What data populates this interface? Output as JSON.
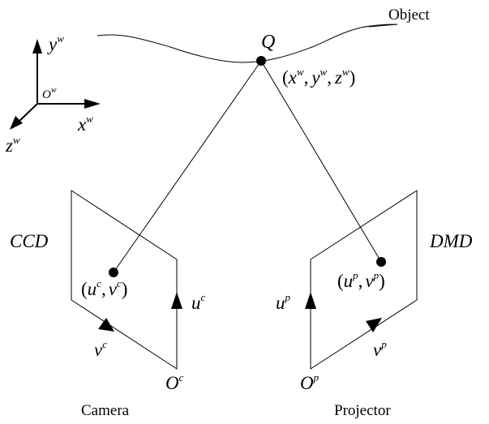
{
  "object_label": "Object",
  "point": {
    "name": "Q",
    "coords": {
      "open": "(",
      "x": "x",
      "y": "y",
      "z": "z",
      "sup": "w",
      "sep": ",",
      "close": ")"
    }
  },
  "world_frame": {
    "x": "x",
    "y": "y",
    "z": "z",
    "origin": "O",
    "sup": "w"
  },
  "camera": {
    "title": "Camera",
    "plane": "CCD",
    "image_point": {
      "open": "(",
      "u": "u",
      "v": "v",
      "sup": "c",
      "sep": ",",
      "close": ")"
    },
    "u_axis": {
      "base": "u",
      "sup": "c"
    },
    "v_axis": {
      "base": "v",
      "sup": "c"
    },
    "origin": {
      "base": "O",
      "sup": "c"
    }
  },
  "projector": {
    "title": "Projector",
    "plane": "DMD",
    "image_point": {
      "open": "(",
      "u": "u",
      "v": "v",
      "sup": "p",
      "sep": ",",
      "close": ")"
    },
    "u_axis": {
      "base": "u",
      "sup": "p"
    },
    "v_axis": {
      "base": "v",
      "sup": "p"
    },
    "origin": {
      "base": "O",
      "sup": "p"
    }
  }
}
